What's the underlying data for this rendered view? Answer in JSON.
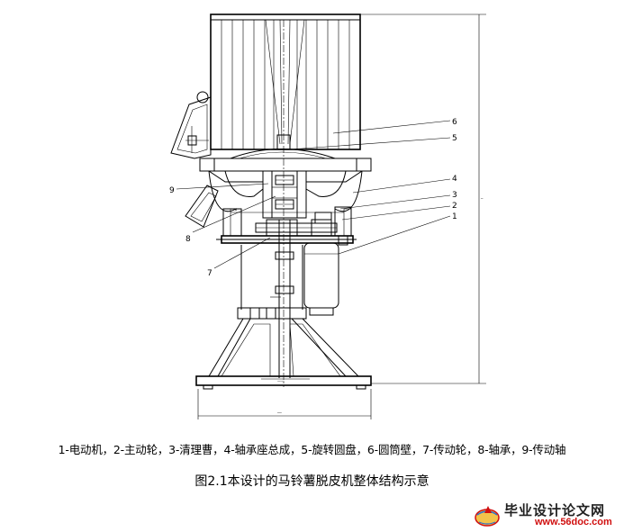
{
  "legend": "1-电动机，2-主动轮，3-清理曹，4-轴承座总成，5-旋转圆盘，6-圆筒壁，7-传动轮，8-轴承，9-传动轴",
  "caption": "图2.1本设计的马铃薯脱皮机整体结构示意",
  "part_labels": [
    "1",
    "2",
    "3",
    "4",
    "5",
    "6",
    "7",
    "8",
    "9"
  ],
  "watermark": {
    "title": "毕业设计论文网",
    "url": "www.56doc.com"
  },
  "colors": {
    "line": "#000000",
    "watermark_url": "#d01010"
  }
}
